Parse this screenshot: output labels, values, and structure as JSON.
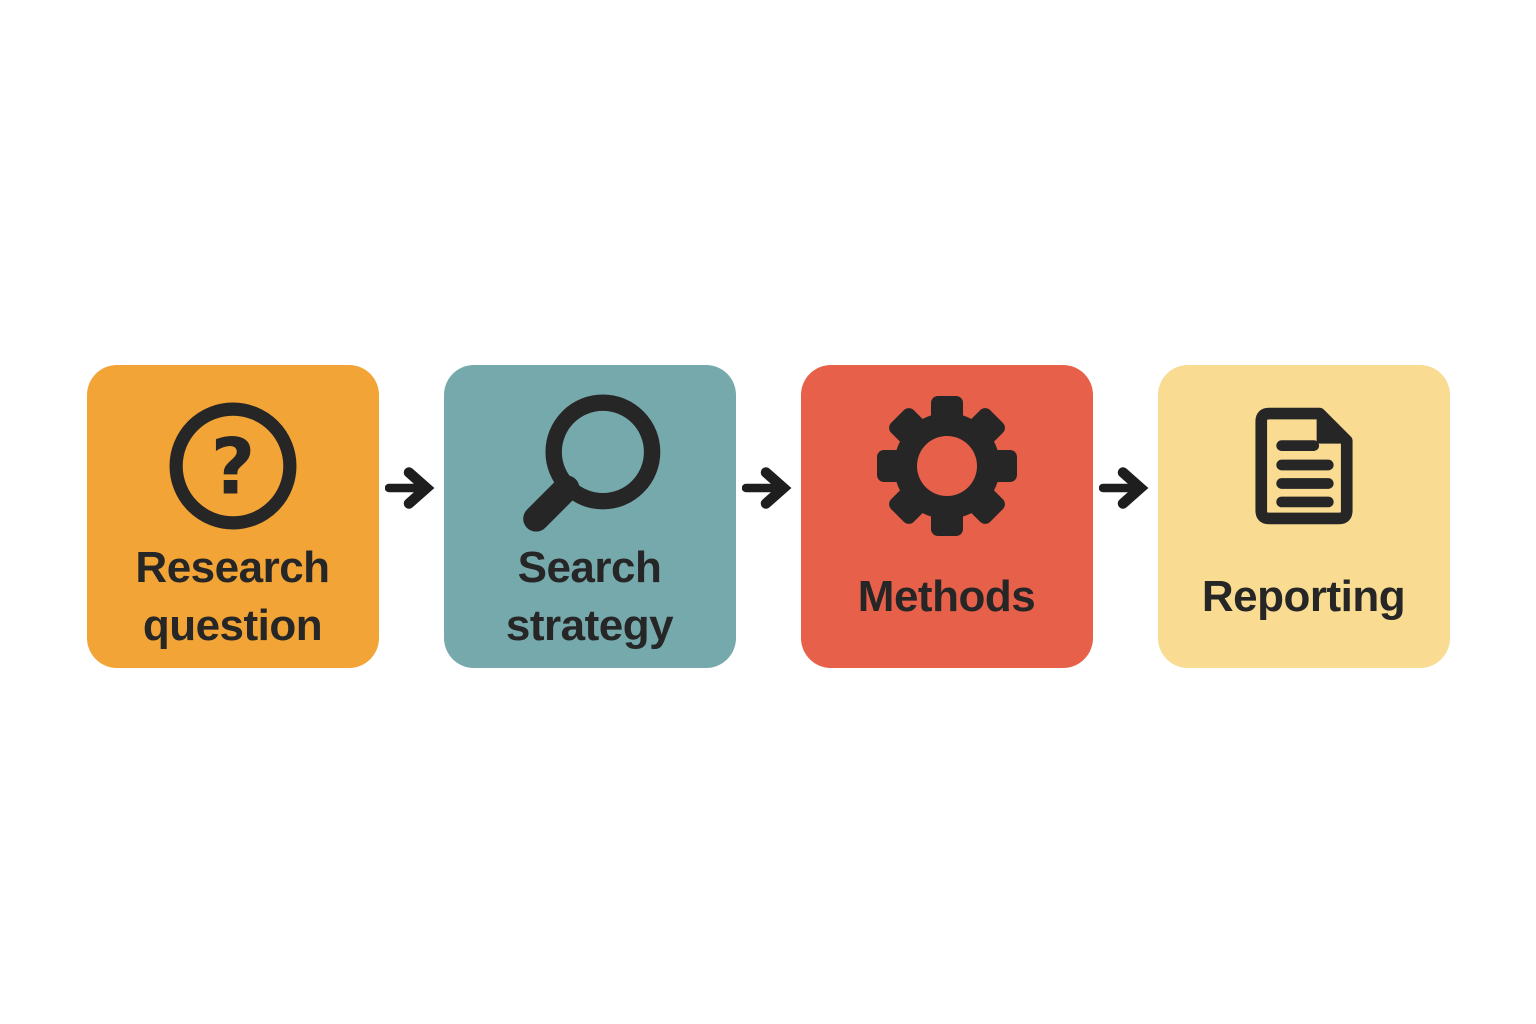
{
  "background_color": "#FFFFFF",
  "diagram": {
    "text_color": "#262626",
    "icon_color": "#262626",
    "arrow_color": "#1E1E1E",
    "steps": [
      {
        "label": "Research question",
        "icon": "question-circle-icon",
        "box_color": "#F2A437"
      },
      {
        "label": "Search strategy",
        "icon": "search-icon",
        "box_color": "#76A9AC"
      },
      {
        "label": "Methods",
        "icon": "gear-icon",
        "box_color": "#E7604A"
      },
      {
        "label": "Reporting",
        "icon": "document-icon",
        "box_color": "#F9DC92"
      }
    ]
  }
}
